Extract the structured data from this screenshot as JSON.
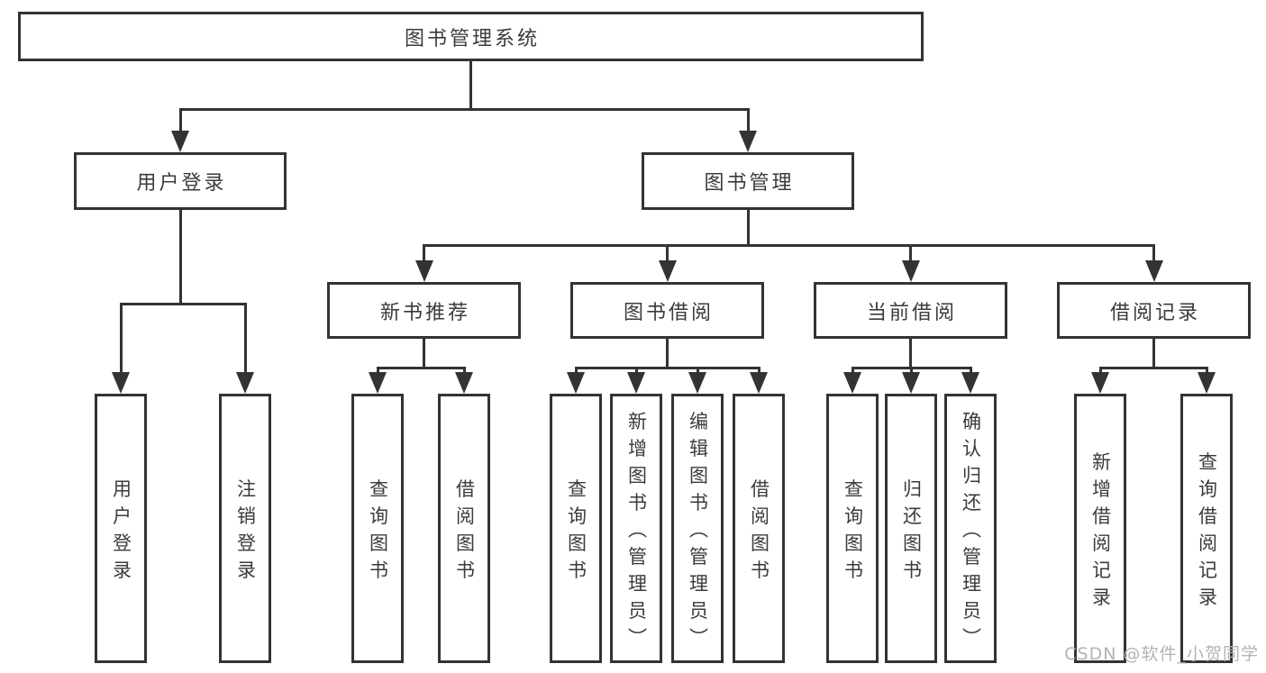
{
  "diagram_title": "图书管理系统",
  "tree": {
    "id": "root",
    "label": "图书管理系统",
    "children": [
      {
        "id": "user-login",
        "label": "用户登录",
        "children": [
          {
            "id": "user-login-leaf",
            "label": "用户登录"
          },
          {
            "id": "logout-leaf",
            "label": "注销登录"
          }
        ]
      },
      {
        "id": "book-management",
        "label": "图书管理",
        "children": [
          {
            "id": "new-book-recommend",
            "label": "新书推荐",
            "children": [
              {
                "id": "query-book-1",
                "label": "查询图书"
              },
              {
                "id": "borrow-book-1",
                "label": "借阅图书"
              }
            ]
          },
          {
            "id": "book-borrow",
            "label": "图书借阅",
            "children": [
              {
                "id": "query-book-2",
                "label": "查询图书"
              },
              {
                "id": "add-book",
                "label": "新增图书（管理员）"
              },
              {
                "id": "edit-book",
                "label": "编辑图书（管理员）"
              },
              {
                "id": "borrow-book-2",
                "label": "借阅图书"
              }
            ]
          },
          {
            "id": "current-borrow",
            "label": "当前借阅",
            "children": [
              {
                "id": "query-book-3",
                "label": "查询图书"
              },
              {
                "id": "return-book",
                "label": "归还图书"
              },
              {
                "id": "confirm-return",
                "label": "确认归还（管理员）"
              }
            ]
          },
          {
            "id": "borrow-record",
            "label": "借阅记录",
            "children": [
              {
                "id": "add-borrow-record",
                "label": "新增借阅记录"
              },
              {
                "id": "query-borrow-record",
                "label": "查询借阅记录"
              }
            ]
          }
        ]
      }
    ]
  },
  "watermark": "CSDN @软件_小贺同学",
  "colors": {
    "line": "#333333",
    "text": "#3b3b3b",
    "background": "#ffffff",
    "watermark": "#b3b3b3"
  }
}
